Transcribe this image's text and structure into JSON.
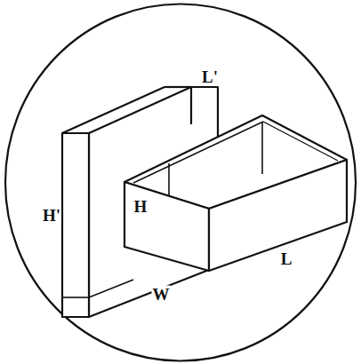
{
  "diagram": {
    "labels": [
      "L'",
      "H'",
      "H",
      "W",
      "L"
    ]
  }
}
